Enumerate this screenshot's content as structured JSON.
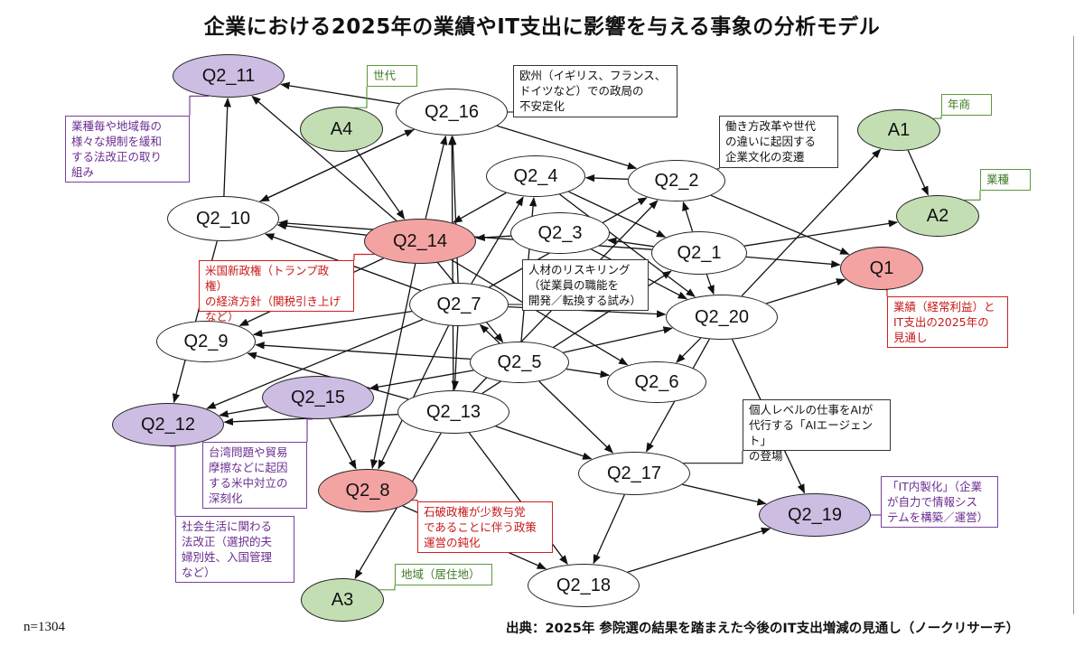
{
  "title": "企業における2025年の業績やIT支出に影響を与える事象の分析モデル",
  "sample_size": "n=1304",
  "source": "出典：2025年 参院選の結果を踏まえた今後のIT支出増減の見通し（ノークリサーチ）",
  "colors": {
    "white_fill": "#ffffff",
    "purple_fill": "#cdbde3",
    "green_fill": "#c4deb4",
    "red_fill": "#f4a3a3",
    "edge": "#111111"
  },
  "nodes": {
    "q2_11": {
      "label": "Q2_11",
      "kind": "purple"
    },
    "q2_16": {
      "label": "Q2_16",
      "kind": "white"
    },
    "a4": {
      "label": "A4",
      "kind": "green"
    },
    "a1": {
      "label": "A1",
      "kind": "green"
    },
    "a2": {
      "label": "A2",
      "kind": "green"
    },
    "q2_2": {
      "label": "Q2_2",
      "kind": "white"
    },
    "q2_4": {
      "label": "Q2_4",
      "kind": "white"
    },
    "q2_10": {
      "label": "Q2_10",
      "kind": "white"
    },
    "q2_14": {
      "label": "Q2_14",
      "kind": "red"
    },
    "q2_3": {
      "label": "Q2_3",
      "kind": "white"
    },
    "q2_1": {
      "label": "Q2_1",
      "kind": "white"
    },
    "q1": {
      "label": "Q1",
      "kind": "red"
    },
    "q2_7": {
      "label": "Q2_7",
      "kind": "white"
    },
    "q2_20": {
      "label": "Q2_20",
      "kind": "white"
    },
    "q2_9": {
      "label": "Q2_9",
      "kind": "white"
    },
    "q2_5": {
      "label": "Q2_5",
      "kind": "white"
    },
    "q2_6": {
      "label": "Q2_6",
      "kind": "white"
    },
    "q2_15": {
      "label": "Q2_15",
      "kind": "purple"
    },
    "q2_12": {
      "label": "Q2_12",
      "kind": "purple"
    },
    "q2_13": {
      "label": "Q2_13",
      "kind": "white"
    },
    "q2_17": {
      "label": "Q2_17",
      "kind": "white"
    },
    "q2_8": {
      "label": "Q2_8",
      "kind": "red"
    },
    "q2_19": {
      "label": "Q2_19",
      "kind": "purple"
    },
    "q2_18": {
      "label": "Q2_18",
      "kind": "white"
    },
    "a3": {
      "label": "A3",
      "kind": "green"
    }
  },
  "edges": [
    [
      "q2_16",
      "q2_11"
    ],
    [
      "q2_16",
      "q2_2"
    ],
    [
      "q2_16",
      "q2_10"
    ],
    [
      "a4",
      "q2_14"
    ],
    [
      "q2_10",
      "q2_11"
    ],
    [
      "q2_10",
      "q2_12"
    ],
    [
      "q2_10",
      "q2_16"
    ],
    [
      "q2_14",
      "q2_11"
    ],
    [
      "q2_14",
      "q2_10"
    ],
    [
      "q2_14",
      "q2_9"
    ],
    [
      "q2_14",
      "q2_5"
    ],
    [
      "q2_14",
      "q2_8"
    ],
    [
      "q2_14",
      "q2_6"
    ],
    [
      "q2_14",
      "q2_16"
    ],
    [
      "q2_4",
      "q2_14"
    ],
    [
      "q2_4",
      "q2_1"
    ],
    [
      "q2_4",
      "q2_20"
    ],
    [
      "q2_2",
      "q2_4"
    ],
    [
      "q2_2",
      "q1"
    ],
    [
      "q2_3",
      "q2_14"
    ],
    [
      "q2_3",
      "q2_20"
    ],
    [
      "q2_1",
      "q2_2"
    ],
    [
      "q2_1",
      "q2_20"
    ],
    [
      "q2_1",
      "q2_3"
    ],
    [
      "q2_1",
      "q1"
    ],
    [
      "q2_1",
      "q2_10"
    ],
    [
      "q2_1",
      "a2"
    ],
    [
      "a1",
      "a2"
    ],
    [
      "q2_7",
      "q2_16"
    ],
    [
      "q2_7",
      "q2_4"
    ],
    [
      "q2_7",
      "q2_9"
    ],
    [
      "q2_7",
      "q2_13"
    ],
    [
      "q2_7",
      "q2_20"
    ],
    [
      "q2_7",
      "q2_2"
    ],
    [
      "q2_7",
      "q2_10"
    ],
    [
      "q2_7",
      "q2_8"
    ],
    [
      "q2_7",
      "q2_12"
    ],
    [
      "q2_20",
      "q1"
    ],
    [
      "q2_20",
      "q2_6"
    ],
    [
      "q2_20",
      "q2_17"
    ],
    [
      "q2_20",
      "q2_19"
    ],
    [
      "q2_20",
      "a1"
    ],
    [
      "q2_5",
      "q2_4"
    ],
    [
      "q2_5",
      "q2_15"
    ],
    [
      "q2_5",
      "q2_6"
    ],
    [
      "q2_5",
      "q2_20"
    ],
    [
      "q2_5",
      "q2_9"
    ],
    [
      "q2_5",
      "q2_7"
    ],
    [
      "q2_5",
      "q2_17"
    ],
    [
      "q2_15",
      "q2_12"
    ],
    [
      "q2_15",
      "q2_8"
    ],
    [
      "q2_13",
      "q2_12"
    ],
    [
      "q2_13",
      "q2_9"
    ],
    [
      "q2_13",
      "q2_17"
    ],
    [
      "q2_13",
      "q2_18"
    ],
    [
      "q2_13",
      "q2_16"
    ],
    [
      "q2_13",
      "q2_1"
    ],
    [
      "q2_13",
      "a3"
    ],
    [
      "q2_13",
      "q2_2"
    ],
    [
      "q2_17",
      "q2_19"
    ],
    [
      "q2_17",
      "q2_18"
    ],
    [
      "q2_8",
      "q2_18"
    ],
    [
      "q2_18",
      "q2_19"
    ]
  ],
  "boxes": {
    "seidai": {
      "text": "世代",
      "kind": "green"
    },
    "nensho": {
      "text": "年商",
      "kind": "green"
    },
    "gyoshu": {
      "text": "業種",
      "kind": "green"
    },
    "chiiki": {
      "text": "地域（居住地）",
      "kind": "green"
    },
    "europe": {
      "text": "欧州（イギリス、フランス、\nドイツなど）での政局の\n不安定化",
      "kind": "black"
    },
    "hatarakikata": {
      "text": "働き方改革や世代\nの違いに起因する\n企業文化の変遷",
      "kind": "black"
    },
    "reskilling": {
      "text": "人材のリスキリング\n（従業員の職能を\n開発／転換する試み）",
      "kind": "black"
    },
    "ai_agent": {
      "text": "個人レベルの仕事をAIが\n代行する「AIエージェント」\nの登場",
      "kind": "black"
    },
    "kisei": {
      "text": "業種毎や地域毎の\n様々な規制を緩和\nする法改正の取り\n組み",
      "kind": "purple"
    },
    "taiwan": {
      "text": "台湾問題や貿易\n摩擦などに起因\nする米中対立の\n深刻化",
      "kind": "purple"
    },
    "shakai": {
      "text": "社会生活に関わる\n法改正（選択的夫\n婦別姓、入国管理\nなど）",
      "kind": "purple"
    },
    "it_naisei": {
      "text": "「IT内製化」（企業\nが自力で情報シス\nテムを構築／運営）",
      "kind": "purple"
    },
    "trump": {
      "text": "米国新政権（トランプ政権）\nの経済方針（関税引き上げ\nなど）",
      "kind": "red"
    },
    "gyoseki": {
      "text": "業績（経常利益）と\nIT支出の2025年の\n見通し",
      "kind": "red"
    },
    "ishiba": {
      "text": "石破政権が少数与党\nであることに伴う政策\n運営の鈍化",
      "kind": "red"
    }
  }
}
